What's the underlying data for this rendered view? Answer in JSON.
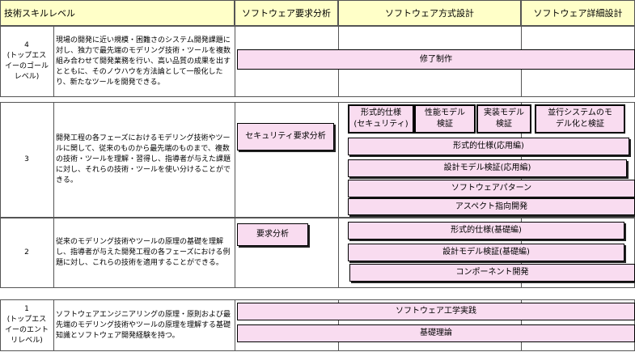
{
  "header": {
    "skill_level": "技術スキルレベル",
    "requirements_analysis": "ソフトウェア要求分析",
    "architecture_design": "ソフトウェア方式設計",
    "detailed_design": "ソフトウェア詳細設計"
  },
  "levels": {
    "level4": {
      "label": "4\n(トップエス\nイーのゴール\nレベル)",
      "description": "現場の開発に近い規模・困難さのシステム開発課題に対し、独力で最先端のモデリング技術・ツールを複数組み合わせて開発業務を行い、高い品質の成果を出すとともに、そのノウハウを方法論として一般化したり、新たなツールを開発できる。",
      "bars": {
        "thesis": "修了制作"
      }
    },
    "level3": {
      "label": "3",
      "description": "開発工程の各フェーズにおけるモデリング技術やツールに関して、従来のものから最先端のものまで、複数の技術・ツールを理解・習得し、指導者が与えた課題に対し、それらの技術・ツールを使い分けることができる。",
      "bars": {
        "security_req": "セキュリティ要求分析",
        "formal_security": "形式的仕様\n(セキュリティ)",
        "perf_model": "性能モデル\n検証",
        "impl_model": "実装モデル\n検証",
        "concurrent": "並行システムのモ\nデル化と検証",
        "formal_applied": "形式的仕様(応用編)",
        "design_applied": "設計モデル検証(応用編)",
        "patterns": "ソフトウェアパターン",
        "aspect": "アスペクト指向開発"
      }
    },
    "level2": {
      "label": "2",
      "description": "従来のモデリング技術やツールの原理の基礎を理解し、指導者が与えた開発工程の各フェーズにおける例題に対し、これらの技術を適用することができる。",
      "bars": {
        "req_analysis": "要求分析",
        "formal_basic": "形式的仕様(基礎編)",
        "design_basic": "設計モデル検証(基礎編)",
        "component": "コンポーネント開発"
      }
    },
    "level1": {
      "label": "1\n(トップエス\nイーのエント\nリレベル)",
      "description": "ソフトウェアエンジニアリングの原理・原則および最先端のモデリング技術やツールの原理を理解する基礎知識とソフトウェア開発経験を持つ。",
      "bars": {
        "se_practice": "ソフトウェア工学実践",
        "fundamentals": "基礎理論"
      }
    }
  }
}
